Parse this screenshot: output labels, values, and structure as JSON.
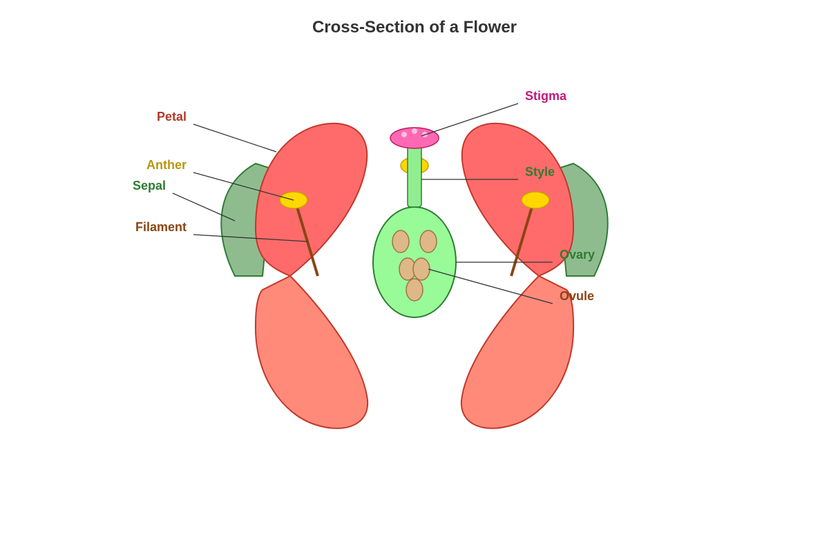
{
  "title": "Cross-Section of a Flower",
  "labels": {
    "petal": "Petal",
    "anther": "Anther",
    "sepal": "Sepal",
    "filament": "Filament",
    "stigma": "Stigma",
    "style": "Style",
    "ovary": "Ovary",
    "ovule": "Ovule"
  },
  "colors": {
    "petal_upper": "#ff6b6b",
    "petal_lower": "#ff8a7a",
    "petal_stroke": "#c0392b",
    "sepal": "#8fbc8f",
    "sepal_stroke": "#2e7d32",
    "anther": "#ffd700",
    "anther_stroke": "#c9a000",
    "filament": "#8b4513",
    "stigma": "#ff69b4",
    "stigma_stroke": "#c2185b",
    "style": "#90ee90",
    "ovary": "#98fb98",
    "ovule": "#deb887",
    "ovule_stroke": "#a0724a",
    "label_petal": "#b03a2e",
    "label_anther": "#b8960c",
    "label_sepal": "#2e7d32",
    "label_filament": "#8b4513",
    "label_stigma": "#c2187a",
    "label_style": "#2e7d32",
    "label_ovary": "#2e7d32",
    "label_ovule": "#8b4513"
  }
}
